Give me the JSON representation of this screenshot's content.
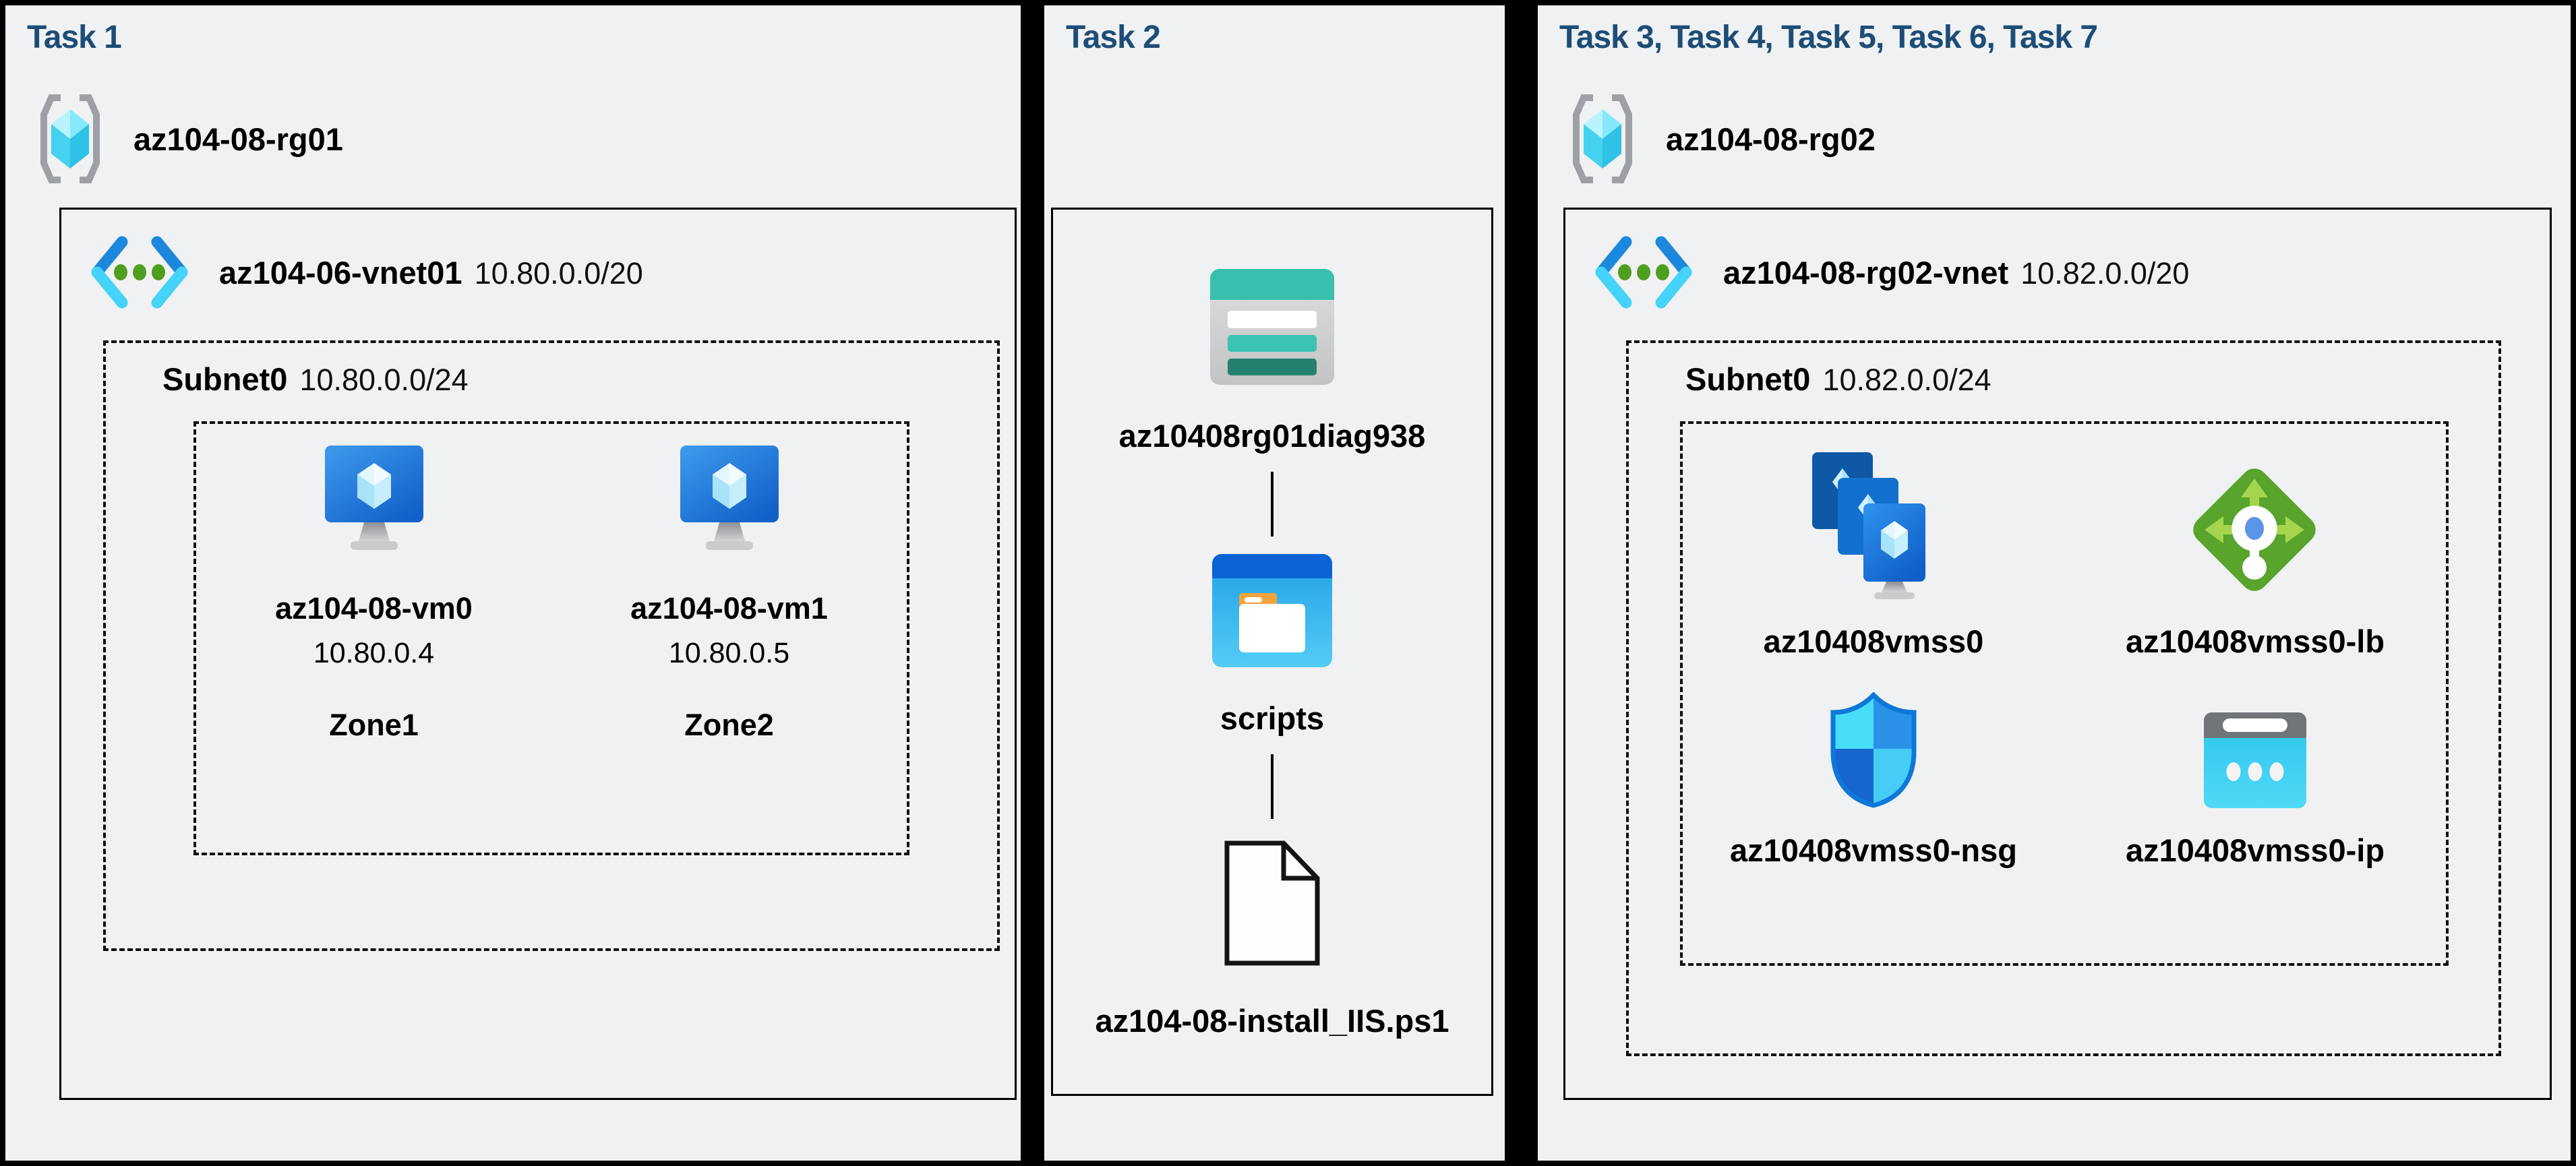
{
  "panel1": {
    "title": "Task 1",
    "resource_group": "az104-08-rg01",
    "vnet_name": "az104-06-vnet01",
    "vnet_cidr": "10.80.0.0/20",
    "subnet_name": "Subnet0",
    "subnet_cidr": "10.80.0.0/24",
    "vms": [
      {
        "name": "az104-08-vm0",
        "ip": "10.80.0.4",
        "zone": "Zone1"
      },
      {
        "name": "az104-08-vm1",
        "ip": "10.80.0.5",
        "zone": "Zone2"
      }
    ]
  },
  "panel2": {
    "title": "Task 2",
    "storage_account": "az10408rg01diag938",
    "container": "scripts",
    "file": "az104-08-install_IIS.ps1"
  },
  "panel3": {
    "title": "Task 3, Task 4, Task 5, Task 6, Task 7",
    "resource_group": "az104-08-rg02",
    "vnet_name": "az104-08-rg02-vnet",
    "vnet_cidr": "10.82.0.0/20",
    "subnet_name": "Subnet0",
    "subnet_cidr": "10.82.0.0/24",
    "resources": [
      {
        "name": "az10408vmss0",
        "type": "virtual-machine-scale-set"
      },
      {
        "name": "az10408vmss0-lb",
        "type": "load-balancer"
      },
      {
        "name": "az10408vmss0-nsg",
        "type": "network-security-group"
      },
      {
        "name": "az10408vmss0-ip",
        "type": "public-ip-address"
      }
    ]
  },
  "icons": {
    "resource_group": "gray-brackets-with-cyan-cube",
    "virtual_network": "blue-chevrons-with-green-dots",
    "virtual_machine": "blue-monitor-with-cyan-crystal",
    "storage_account": "teal-table-rows",
    "blob_container": "blue-window-with-folder",
    "script_file": "blank-page-folded-corner",
    "vm_scale_set": "three-stacked-vm-screens",
    "load_balancer": "green-diamond-with-arrows",
    "network_security_group": "blue-quadrant-shield",
    "public_ip": "cyan-card-with-ellipsis"
  },
  "colors": {
    "background": "#000000",
    "panel_bg": "#f0f1f2",
    "task_title": "#1d4d77",
    "text": "#000000",
    "azure_blue": "#1c88dd",
    "light_cyan": "#45d3fa",
    "teal": "#39c0ad",
    "dark_teal": "#26806f",
    "lb_green": "#58a42c",
    "dot_green": "#4f9f1e",
    "bracket_gray": "#9da1a6"
  }
}
